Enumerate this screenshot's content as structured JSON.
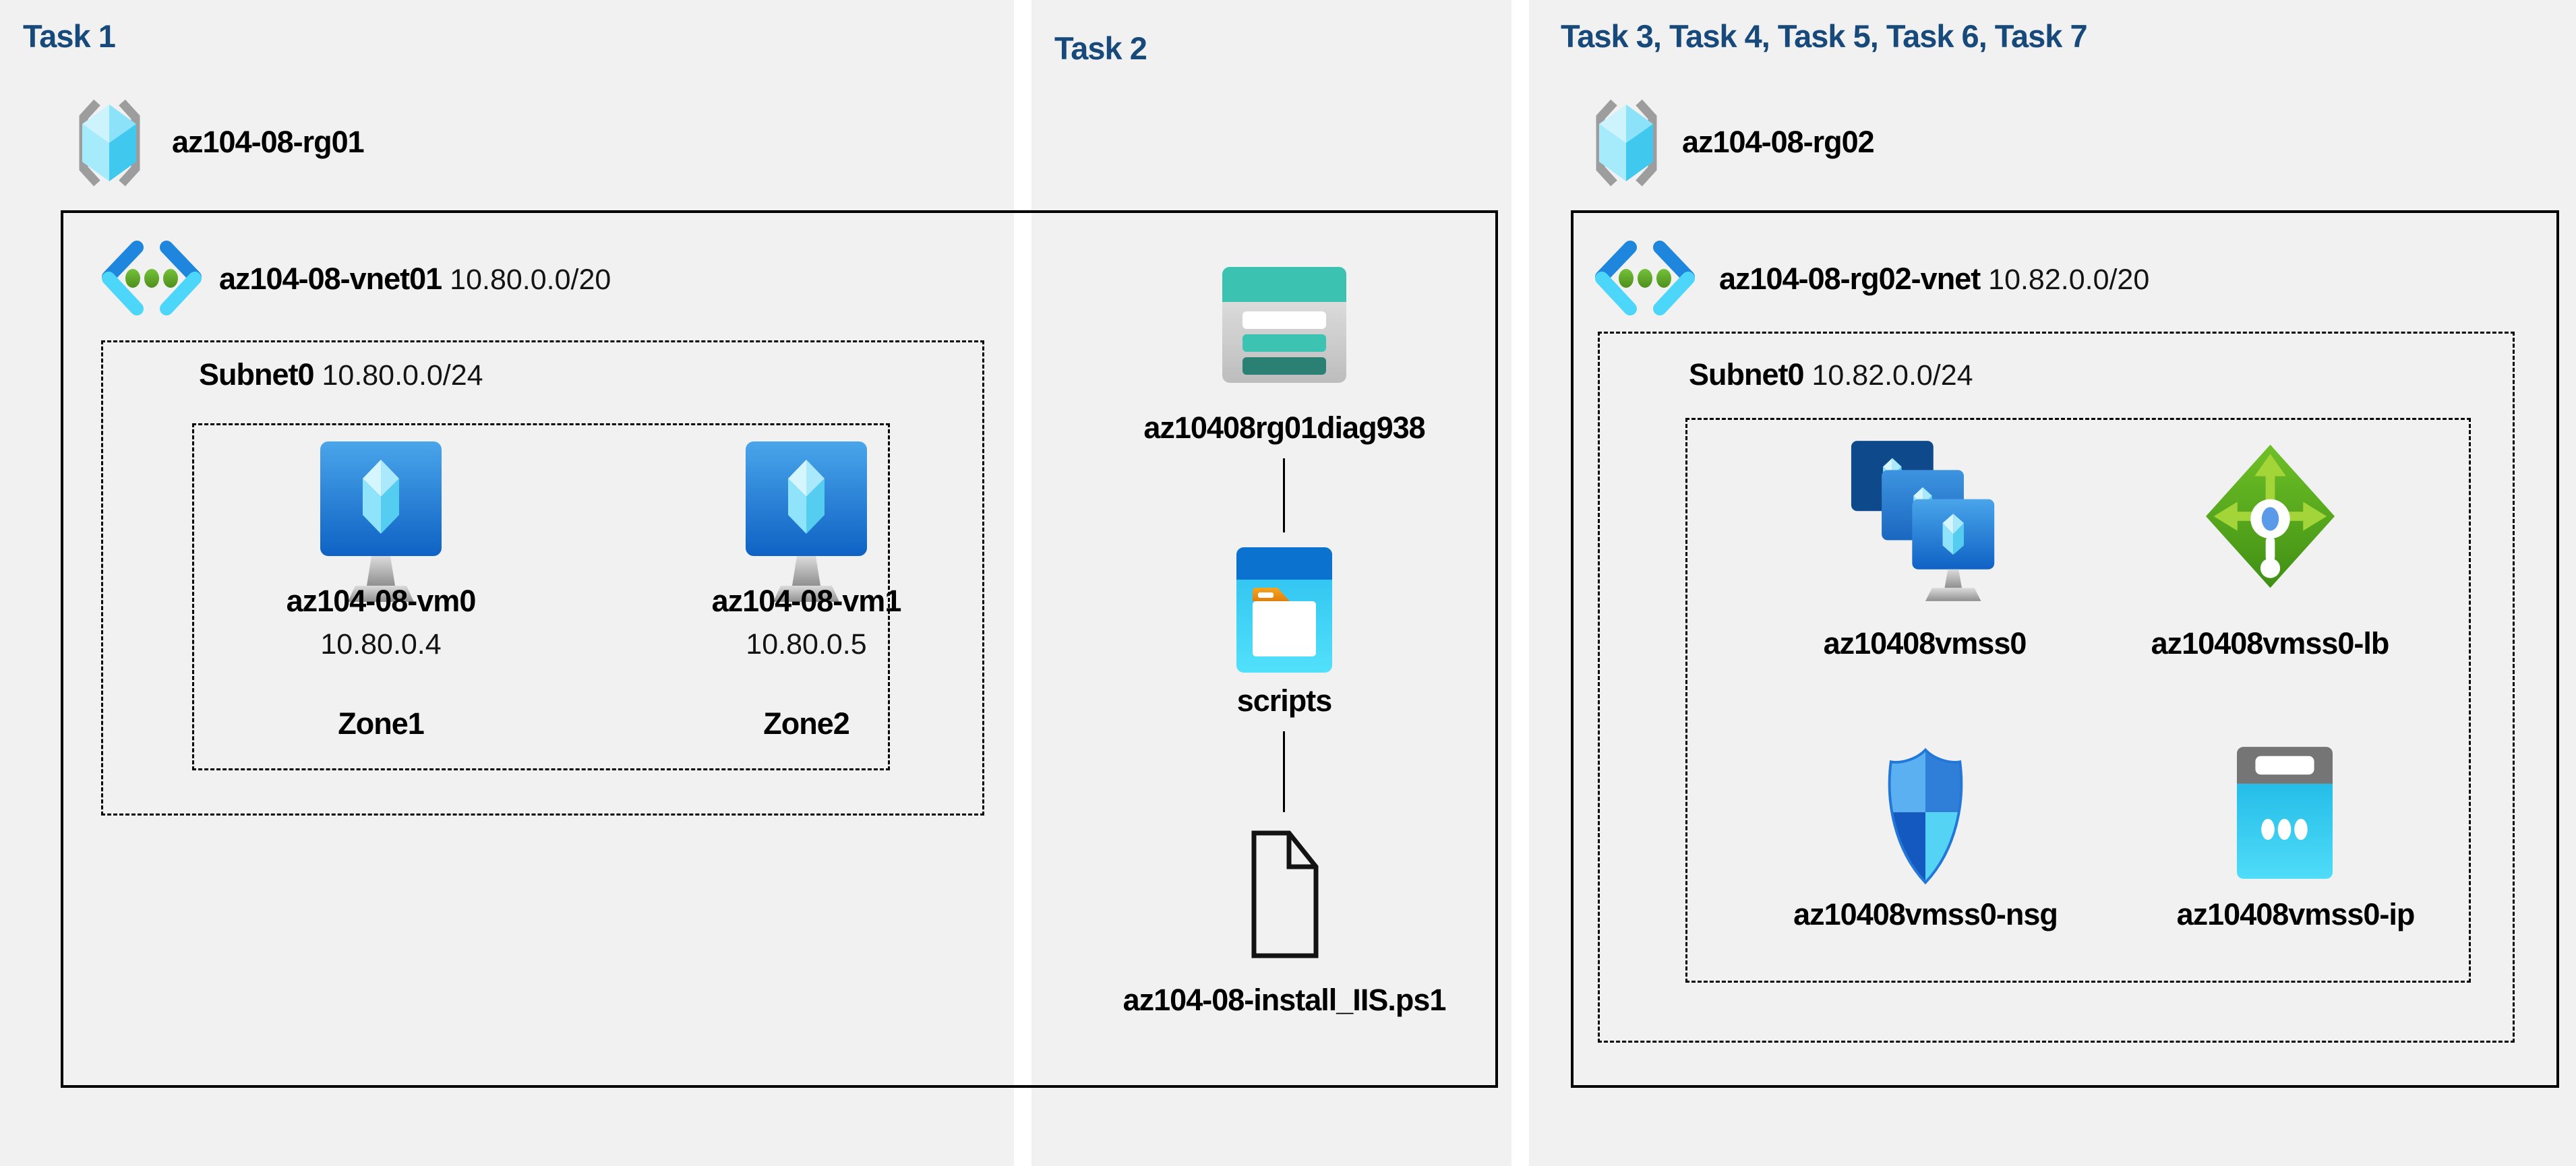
{
  "colors": {
    "title_navy": "#17497a",
    "panel_bg": "#f1f1f1",
    "storage_teal": "#3bc2b1",
    "azure_blue": "#1e86dc",
    "azure_cyan": "#4cd7fa",
    "lb_green": "#6fc027"
  },
  "task1": {
    "title": "Task 1",
    "resource_group": "az104-08-rg01",
    "vnet": {
      "name": "az104-08-vnet01",
      "cidr": "10.80.0.0/20"
    },
    "subnet": {
      "name": "Subnet0",
      "cidr": "10.80.0.0/24"
    },
    "vms": [
      {
        "name": "az104-08-vm0",
        "ip": "10.80.0.4",
        "zone": "Zone1",
        "icon": "virtual-machine-icon"
      },
      {
        "name": "az104-08-vm1",
        "ip": "10.80.0.5",
        "zone": "Zone2",
        "icon": "virtual-machine-icon"
      }
    ]
  },
  "task2": {
    "title": "Task 2",
    "storage_account": {
      "name": "az10408rg01diag938",
      "icon": "storage-account-icon"
    },
    "container": {
      "name": "scripts",
      "icon": "blob-container-icon"
    },
    "file": {
      "name": "az104-08-install_IIS.ps1",
      "icon": "file-icon"
    }
  },
  "task3": {
    "title": "Task 3, Task 4, Task 5, Task 6, Task 7",
    "resource_group": "az104-08-rg02",
    "vnet": {
      "name": "az104-08-rg02-vnet",
      "cidr": "10.82.0.0/20"
    },
    "subnet": {
      "name": "Subnet0",
      "cidr": "10.82.0.0/24"
    },
    "resources": [
      {
        "name": "az10408vmss0",
        "icon": "vm-scale-set-icon"
      },
      {
        "name": "az10408vmss0-lb",
        "icon": "load-balancer-icon"
      },
      {
        "name": "az10408vmss0-nsg",
        "icon": "network-security-group-icon"
      },
      {
        "name": "az10408vmss0-ip",
        "icon": "public-ip-icon"
      }
    ]
  }
}
